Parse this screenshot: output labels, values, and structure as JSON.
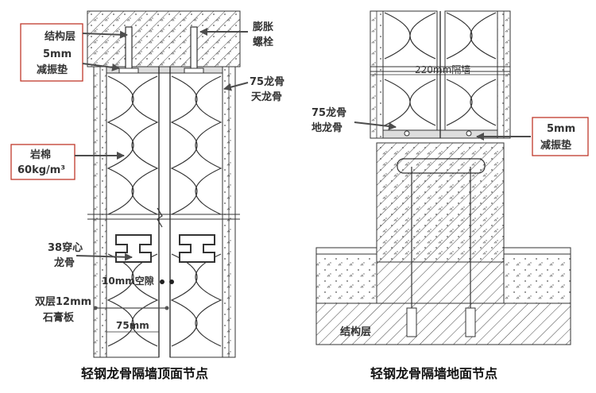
{
  "left": {
    "structure_label": "结构层",
    "pad_line1": "5mm",
    "pad_line2": "减振垫",
    "bolt_line1": "膨胀",
    "bolt_line2": "螺栓",
    "top_keel_line1": "75龙骨",
    "top_keel_line2": "天龙骨",
    "wool_line1": "岩棉",
    "wool_line2": "60kg/m³",
    "through_keel_line1": "38穿心",
    "through_keel_line2": "龙骨",
    "air_gap": "10mm空隙",
    "board_line1": "双层12mm",
    "board_line2": "石膏板",
    "width_dim": "75mm",
    "caption": "轻钢龙骨隔墙顶面节点"
  },
  "right": {
    "wall_dim": "220mm隔墙",
    "keel_line1": "75龙骨",
    "keel_line2": "地龙骨",
    "pad_line1": "5mm",
    "pad_line2": "减振垫",
    "structure_label": "结构层",
    "caption": "轻钢龙骨隔墙地面节点"
  },
  "colors": {
    "line": "#333333",
    "box": "#c0392b",
    "arrow": "#4d4d4d"
  }
}
